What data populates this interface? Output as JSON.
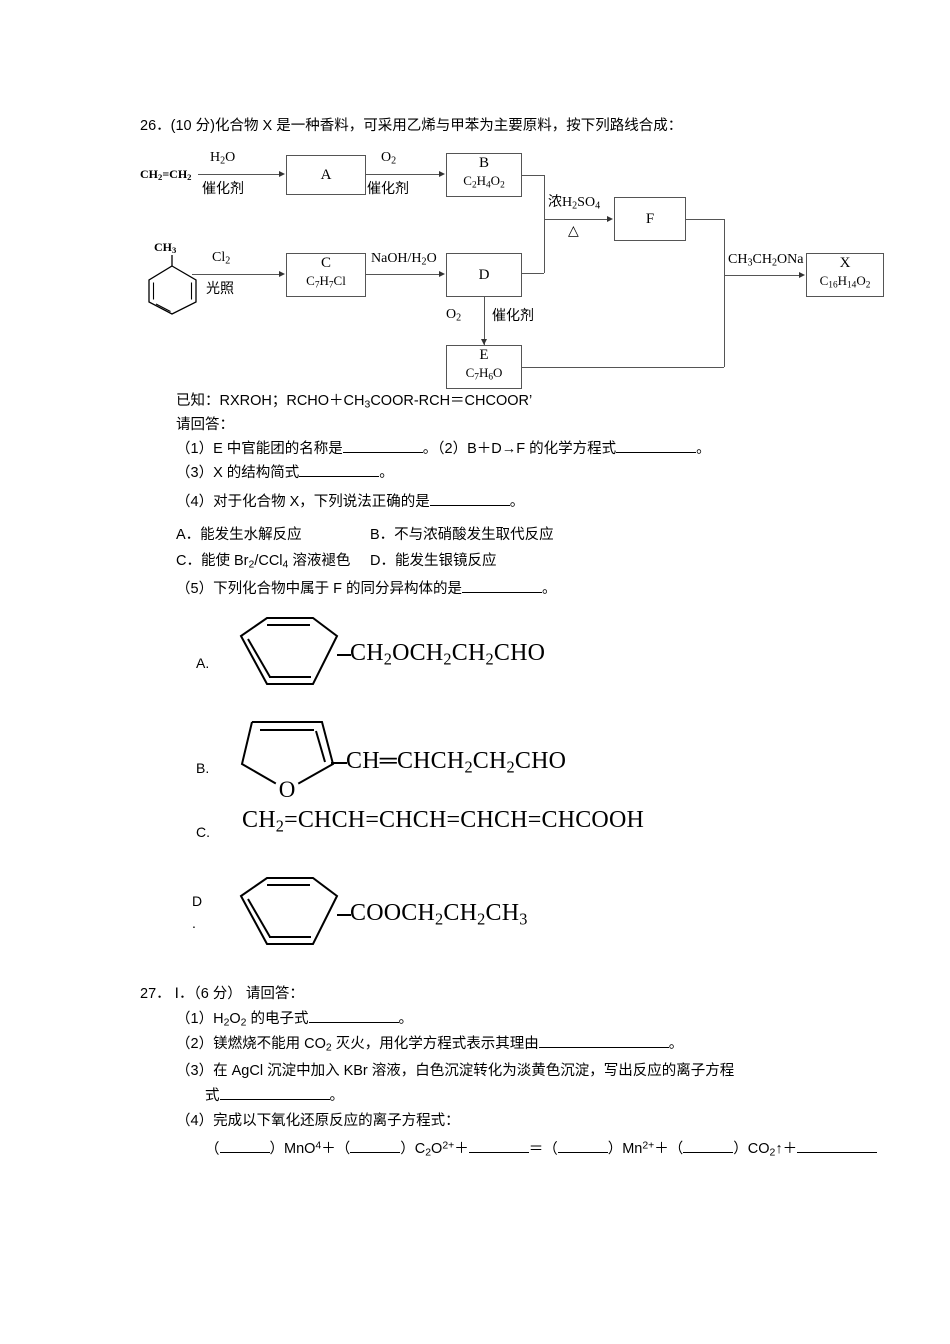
{
  "question26": {
    "number": "26．",
    "marks": "(10 分)",
    "stem": "化合物 X 是一种香料，可采用乙烯与甲苯为主要原料，按下列路线合成：",
    "scheme": {
      "start_ethylene": "CH2=CH2",
      "start_toluene_substituent": "CH3",
      "boxes": [
        {
          "id": "A",
          "label": "A",
          "formula": ""
        },
        {
          "id": "B",
          "label": "B",
          "formula": "C2H4O2"
        },
        {
          "id": "C",
          "label": "C",
          "formula": "C7H7Cl"
        },
        {
          "id": "D",
          "label": "D",
          "formula": ""
        },
        {
          "id": "E",
          "label": "E",
          "formula": "C7H6O"
        },
        {
          "id": "F",
          "label": "F",
          "formula": ""
        },
        {
          "id": "X",
          "label": "X",
          "formula": "C16H14O2"
        }
      ],
      "conditions": [
        {
          "id": "ethylene-to-A",
          "above": "H2O",
          "below": "催化剂"
        },
        {
          "id": "A-to-B",
          "above": "O2",
          "below": "催化剂"
        },
        {
          "id": "toluene-to-C",
          "above": "Cl2",
          "below": "光照"
        },
        {
          "id": "C-to-D",
          "above": "NaOH/H2O",
          "below": ""
        },
        {
          "id": "BD-to-F",
          "above": "浓H2SO4",
          "below": "△"
        },
        {
          "id": "D-to-E",
          "above": "O2",
          "below": "催化剂"
        },
        {
          "id": "FE-to-X",
          "above": "CH3CH2ONa",
          "below": ""
        }
      ]
    },
    "known_label": "已知：",
    "known_text": "RXROH；RCHO＋CH3COOR-RCH＝CHCOOR’",
    "answer_prompt": "请回答：",
    "items": [
      {
        "num": "（1）",
        "text_before": "E 中官能团的名称是",
        "blank": true,
        "text_after": "。",
        "text_before2": "（2）B＋D→F 的化学方程式",
        "blank2": true,
        "text_after2": "。"
      },
      {
        "num": "（3）",
        "text_before": "X 的结构简式",
        "blank": true,
        "text_after": "。"
      },
      {
        "num": "（4）",
        "text_before": "对于化合物 X，下列说法正确的是",
        "blank": true,
        "text_after": "。"
      }
    ],
    "choices4": [
      {
        "label": "A．",
        "text": "能发生水解反应"
      },
      {
        "label": "B．",
        "text": "不与浓硝酸发生取代反应"
      },
      {
        "label": "C．",
        "text": "能使 Br2/CCl4 溶液褪色"
      },
      {
        "label": "D．",
        "text": "能发生银镜反应"
      }
    ],
    "item5": {
      "num": "（5）",
      "text_before": "下列化合物中属于 F 的同分异构体的是",
      "blank": true,
      "text_after": "。"
    },
    "structures": [
      {
        "label": "A.",
        "ring": "benzene",
        "chain": "CH2OCH2CH2CHO",
        "leading_bond": true
      },
      {
        "label": "B.",
        "ring": "furan",
        "chain": "CH=CHCH2CH2CHO",
        "leading_bond": true
      },
      {
        "label": "C.",
        "ring": "none",
        "chain": "CH2=CHCH=CHCH=CHCH=CHCOOH",
        "leading_bond": false
      },
      {
        "label": "D",
        "label2": ".",
        "ring": "benzene",
        "chain": "COOCH2CH2CH3",
        "leading_bond": true
      }
    ]
  },
  "question27": {
    "number": "27．",
    "part": "Ⅰ．",
    "marks": "（6 分）",
    "stem": "请回答：",
    "items": [
      {
        "num": "（1）",
        "text": "H2O2 的电子式",
        "after": "。"
      },
      {
        "num": "（2）",
        "text": "镁燃烧不能用 CO2 灭火，用化学方程式表示其理由",
        "after": "。"
      },
      {
        "num": "（3）",
        "line1": "在 AgCl 沉淀中加入 KBr 溶液，白色沉淀转化为淡黄色沉淀，写出反应的离子方程",
        "line2_prefix": "式",
        "after": "。"
      },
      {
        "num": "（4）",
        "text": "完成以下氧化还原反应的离子方程式："
      }
    ],
    "equation": {
      "p1": "（",
      "p2": "）MnO4",
      "p3": "＋（",
      "p4": "）C2O2+",
      "p5": "＋",
      "p6": "＝（",
      "p7": "）Mn2+",
      "p8": "＋（",
      "p9": "）CO2↑＋",
      "mno4_text": ")MnO⁴＋(",
      "c2o_text": ")C₂O²⁺+",
      "mn_text": ")Mn²⁺＋(",
      "co2_text": ")CO₂↑＋"
    }
  },
  "colors": {
    "text": "#000000",
    "box_border": "#555555",
    "page_bg": "#ffffff"
  }
}
